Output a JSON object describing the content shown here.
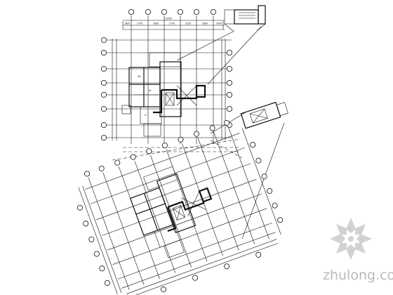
{
  "watermark": {
    "text": "zhulong.com"
  },
  "drawing": {
    "top_block": {
      "dims_top": [
        "1800",
        "2700",
        "1800",
        "2700",
        "2200",
        "1800",
        "3000"
      ],
      "dims_total": "15300"
    }
  },
  "colors": {
    "line": "#111111",
    "watermark": "#b9b9b9"
  }
}
